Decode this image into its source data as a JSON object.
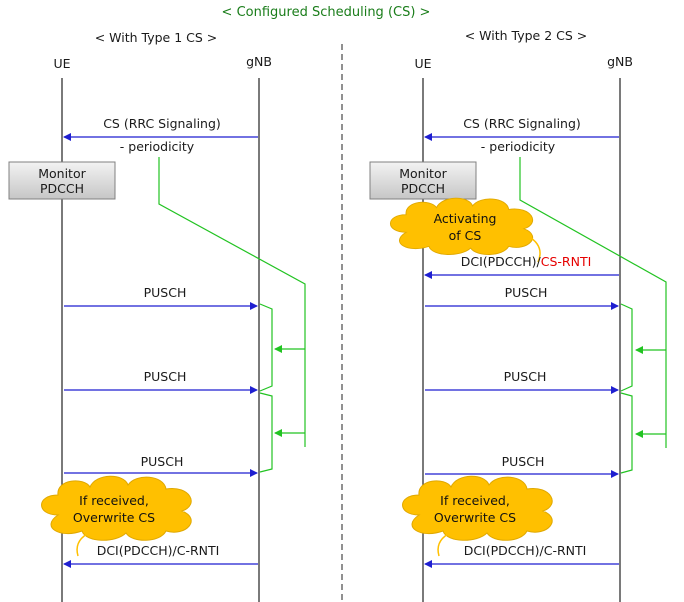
{
  "title": "< Configured Scheduling (CS) >",
  "colors": {
    "title": "#1a7d1a",
    "arrow": "#1f1fd0",
    "green": "#22c322",
    "highlight": "#e60000",
    "cloud_fill": "#ffc000",
    "box_fill_top": "#f3f3f3",
    "box_fill_bottom": "#c6c6c6"
  },
  "left": {
    "header": "< With Type 1 CS >",
    "ue_label": "UE",
    "gnb_label": "gNB",
    "rrc_label": "CS (RRC Signaling)",
    "periodicity_label": "- periodicity",
    "monitor_line1": "Monitor",
    "monitor_line2": "PDCCH",
    "pusch_labels": [
      "PUSCH",
      "PUSCH",
      "PUSCH"
    ],
    "cloud_line1": "If received,",
    "cloud_line2": "Overwrite CS",
    "dci_label": "DCI(PDCCH)/C-RNTI"
  },
  "right": {
    "header": "< With Type 2 CS >",
    "ue_label": "UE",
    "gnb_label": "gNB",
    "rrc_label": "CS (RRC Signaling)",
    "periodicity_label": "- periodicity",
    "monitor_line1": "Monitor",
    "monitor_line2": "PDCCH",
    "activate_line1": "Activating",
    "activate_line2": "of CS",
    "activation_dci_prefix": "DCI(PDCCH)/",
    "activation_dci_rnti": "CS-RNTI",
    "pusch_labels": [
      "PUSCH",
      "PUSCH",
      "PUSCH"
    ],
    "cloud_line1": "If received,",
    "cloud_line2": "Overwrite CS",
    "dci_label": "DCI(PDCCH)/C-RNTI"
  }
}
